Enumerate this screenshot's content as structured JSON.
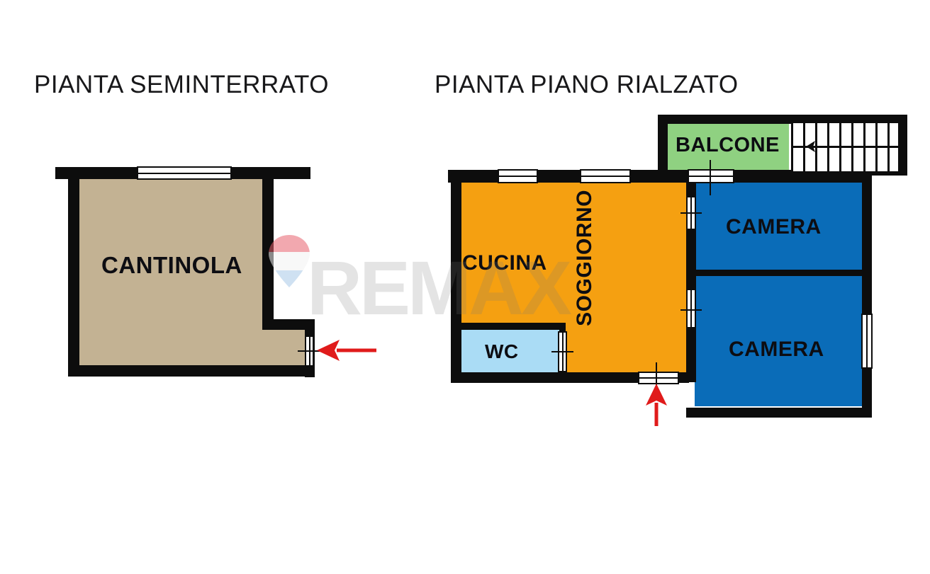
{
  "document": {
    "type": "floor-plan",
    "language": "it"
  },
  "plans": [
    {
      "id": "seminterrato",
      "title": "PIANTA SEMINTERRATO",
      "rooms": [
        {
          "id": "cantinola",
          "label": "CANTINOLA",
          "color": "#c3b293"
        }
      ],
      "openings": [
        {
          "id": "cantinola-window-top",
          "type": "window",
          "wall": "top"
        },
        {
          "id": "cantinola-entrance-door",
          "type": "door",
          "wall": "right"
        }
      ],
      "arrows": [
        {
          "id": "cantinola-entrance-arrow",
          "direction": "left",
          "color": "#e01b1b"
        }
      ]
    },
    {
      "id": "piano-rialzato",
      "title": "PIANTA PIANO RIALZATO",
      "rooms": [
        {
          "id": "cucina",
          "label": "CUCINA",
          "color": "#f5a011"
        },
        {
          "id": "soggiorno",
          "label": "SOGGIORNO",
          "color": "#f5a011",
          "orientation": "vertical"
        },
        {
          "id": "wc",
          "label": "WC",
          "color": "#aadcf5"
        },
        {
          "id": "balcone",
          "label": "BALCONE",
          "color": "#8fd181"
        },
        {
          "id": "camera-top",
          "label": "CAMERA",
          "color": "#0a6cb8"
        },
        {
          "id": "camera-bottom",
          "label": "CAMERA",
          "color": "#0a6cb8"
        }
      ],
      "openings": [
        {
          "id": "cucina-window-top",
          "type": "window",
          "wall": "top"
        },
        {
          "id": "soggiorno-window-top",
          "type": "window",
          "wall": "top"
        },
        {
          "id": "balcone-door",
          "type": "door",
          "wall": "balcony"
        },
        {
          "id": "camera-top-door",
          "type": "door",
          "wall": "left"
        },
        {
          "id": "camera-bottom-door",
          "type": "door",
          "wall": "left"
        },
        {
          "id": "camera-bottom-window",
          "type": "window",
          "wall": "right"
        },
        {
          "id": "wc-door",
          "type": "door",
          "wall": "right"
        },
        {
          "id": "main-entrance-door",
          "type": "door",
          "wall": "bottom"
        }
      ],
      "stairs": {
        "id": "staircase",
        "steps": 9,
        "direction": "left"
      },
      "arrows": [
        {
          "id": "main-entrance-arrow",
          "direction": "up",
          "color": "#e01b1b"
        },
        {
          "id": "staircase-arrow",
          "direction": "left",
          "color": "#0d0d0d"
        }
      ]
    }
  ],
  "watermark": {
    "text": "REMAX",
    "logo_colors": {
      "red": "#e8616e",
      "white": "#f2f2f2",
      "blue": "#a8c8e8"
    }
  },
  "palette": {
    "wall": "#0d0d0d",
    "background": "#ffffff",
    "tan": "#c3b293",
    "orange": "#f5a011",
    "blue": "#0a6cb8",
    "light_blue": "#aadcf5",
    "green": "#8fd181",
    "red_arrow": "#e01b1b"
  }
}
